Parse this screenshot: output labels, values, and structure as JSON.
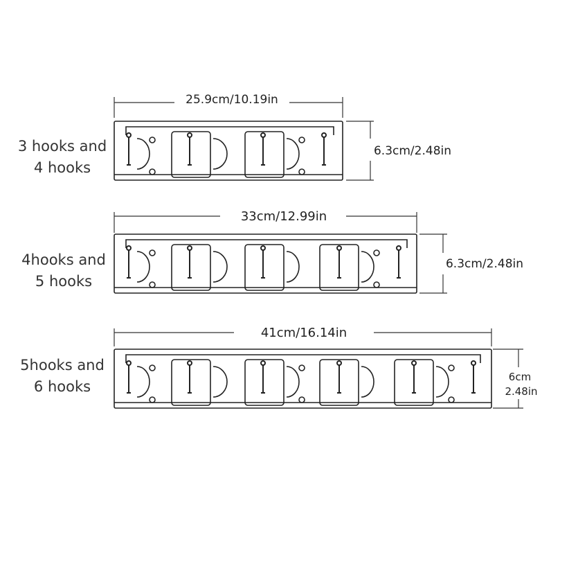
{
  "racks": [
    {
      "label_lines": [
        "3 hooks and",
        "4 hooks"
      ],
      "width_label": "25.9cm/10.19in",
      "height_label_lines": [
        "6.3cm/2.48in"
      ],
      "clips": 3
    },
    {
      "label_lines": [
        "4hooks and",
        "5 hooks"
      ],
      "width_label": "33cm/12.99in",
      "height_label_lines": [
        "6.3cm/2.48in"
      ],
      "clips": 4
    },
    {
      "label_lines": [
        "5hooks and",
        "6 hooks"
      ],
      "width_label": "41cm/16.14in",
      "height_label_lines": [
        "6cm",
        "2.48in"
      ],
      "clips": 5
    }
  ]
}
